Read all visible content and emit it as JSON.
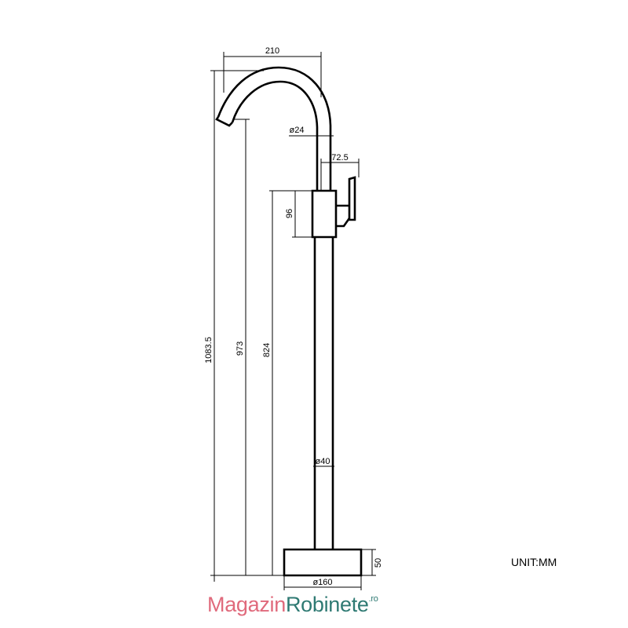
{
  "drawing": {
    "dimensions": {
      "spout_reach": "210",
      "spout_diameter": "ø24",
      "handle_offset": "72.5",
      "handle_body_height": "96",
      "total_height": "1083.5",
      "spout_outlet_height": "973",
      "body_height": "824",
      "pipe_diameter": "ø40",
      "base_height": "50",
      "base_diameter": "ø160"
    },
    "unit_label": "UNIT:MM"
  },
  "brand": {
    "part1": "Magazin",
    "part2": "Robinete",
    "suffix": ".ro"
  }
}
